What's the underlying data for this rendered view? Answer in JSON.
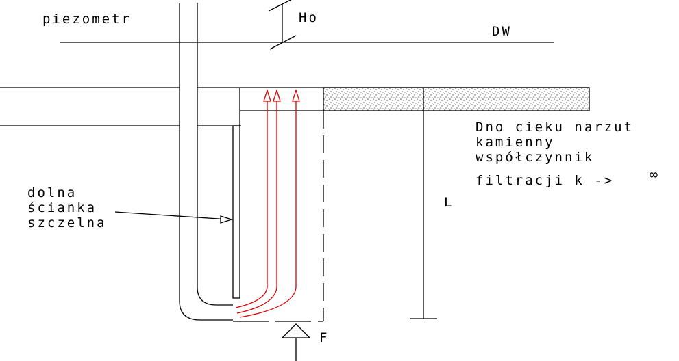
{
  "labels": {
    "piezometer": "piezometr",
    "head": "Ho",
    "water_level": "DW",
    "bed_line1": "Dno cieku narzut",
    "bed_line2": "kamienny",
    "bed_line3": "współczynnik",
    "bed_line4": "filtracji k ->",
    "infinity": "∞",
    "length": "L",
    "wall_line1": "dolna",
    "wall_line2": "ścianka",
    "wall_line3": "szczelna",
    "force": "F"
  },
  "colors": {
    "lines": "#000000",
    "flow_lines": "#e00000",
    "gravel_dots": "#555555"
  }
}
